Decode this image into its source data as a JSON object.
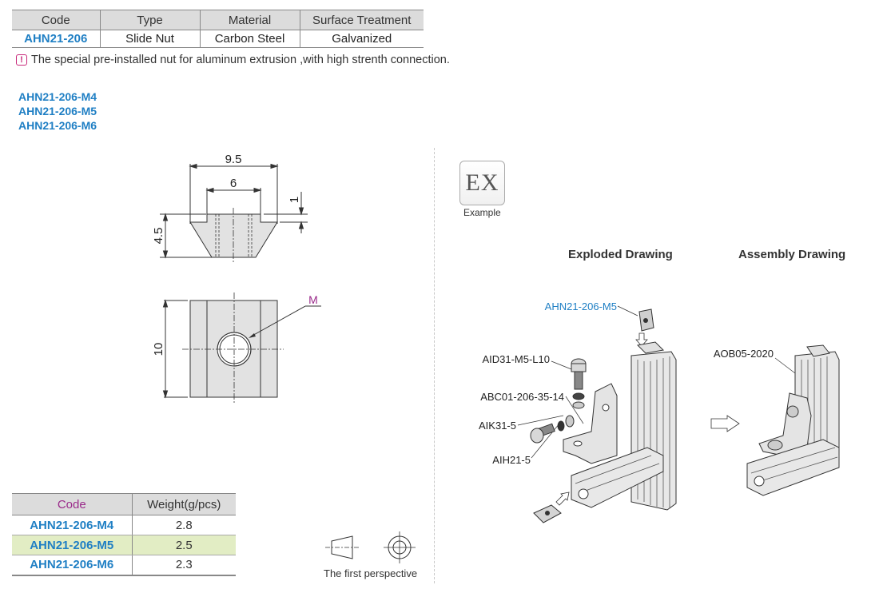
{
  "spec_table": {
    "headers": [
      "Code",
      "Type",
      "Material",
      "Surface Treatment"
    ],
    "row": [
      "AHN21-206",
      "Slide Nut",
      "Carbon Steel",
      "Galvanized"
    ]
  },
  "note": {
    "icon": "exclamation-icon",
    "text": "The special pre-installed nut for aluminum extrusion ,with high strenth connection."
  },
  "variants": [
    "AHN21-206-M4",
    "AHN21-206-M5",
    "AHN21-206-M6"
  ],
  "drawing": {
    "dim_width": "9.5",
    "dim_slot": "6",
    "dim_lip": "1",
    "dim_height": "4.5",
    "dim_length": "10",
    "thread_label": "M"
  },
  "weight_table": {
    "headers": [
      "Code",
      "Weight(g/pcs)"
    ],
    "rows": [
      {
        "code": "AHN21-206-M4",
        "weight": "2.8"
      },
      {
        "code": "AHN21-206-M5",
        "weight": "2.5"
      },
      {
        "code": "AHN21-206-M6",
        "weight": "2.3"
      }
    ],
    "highlight_color": "#e2edc4"
  },
  "perspective_label": "The first perspective",
  "example": {
    "badge": "EX",
    "label": "Example",
    "exploded_title": "Exploded Drawing",
    "assembly_title": "Assembly Drawing",
    "callouts": {
      "nut": "AHN21-206-M5",
      "screw": "AID31-M5-L10",
      "bracket": "ABC01-206-35-14",
      "washer": "AIK31-5",
      "spring_washer": "AIH21-5",
      "profile": "AOB05-2020"
    }
  },
  "colors": {
    "code_blue": "#1f7fc4",
    "header_purple": "#9a2a8a",
    "header_bg": "#dcdcdc"
  }
}
